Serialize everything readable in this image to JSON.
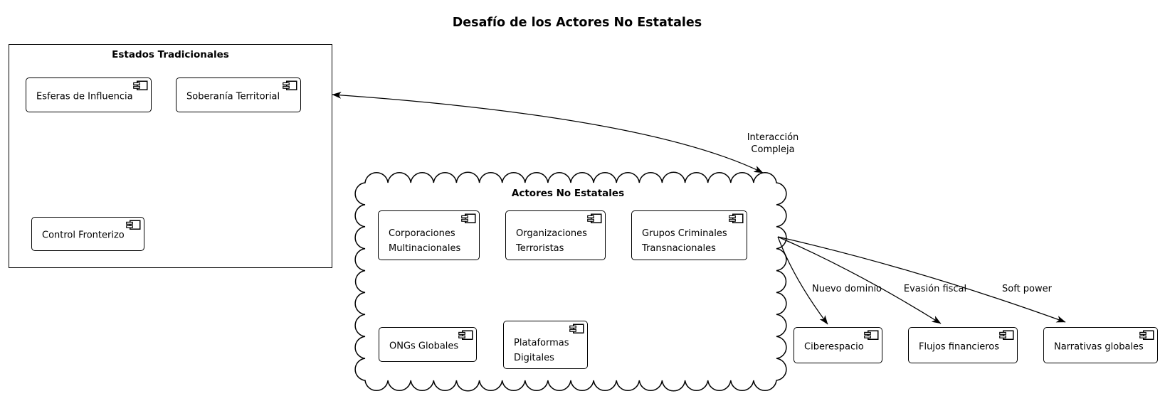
{
  "title": "Desafío de los Actores No Estatales",
  "package": {
    "label": "Estados Tradicionales",
    "components": [
      {
        "label": "Esferas de Influencia"
      },
      {
        "label": "Soberanía Territorial"
      },
      {
        "label": "Control Fronterizo"
      }
    ]
  },
  "cloud": {
    "label": "Actores No Estatales",
    "components": [
      {
        "label": "Corporaciones\nMultinacionales"
      },
      {
        "label": "Organizaciones\nTerroristas"
      },
      {
        "label": "Grupos Criminales\nTransnacionales"
      },
      {
        "label": "ONGs Globales"
      },
      {
        "label": "Plataformas\nDigitales"
      }
    ]
  },
  "external": {
    "components": [
      {
        "label": "Ciberespacio"
      },
      {
        "label": "Flujos financieros"
      },
      {
        "label": "Narrativas globales"
      }
    ]
  },
  "edges": {
    "interaccion": {
      "from": "Actores No Estatales",
      "to": "Estados Tradicionales",
      "label": "Interacción\nCompleja",
      "bidirectional": true
    },
    "nuevo_dominio": {
      "from": "Actores No Estatales",
      "to": "Ciberespacio",
      "label": "Nuevo dominio",
      "bidirectional": false
    },
    "evasion_fiscal": {
      "from": "Actores No Estatales",
      "to": "Flujos financieros",
      "label": "Evasión fiscal",
      "bidirectional": false
    },
    "soft_power": {
      "from": "Actores No Estatales",
      "to": "Narrativas globales",
      "label": "Soft power",
      "bidirectional": false
    }
  },
  "colors": {
    "line": "#000000",
    "background": "#ffffff",
    "shape_fill": "#ffffff"
  }
}
